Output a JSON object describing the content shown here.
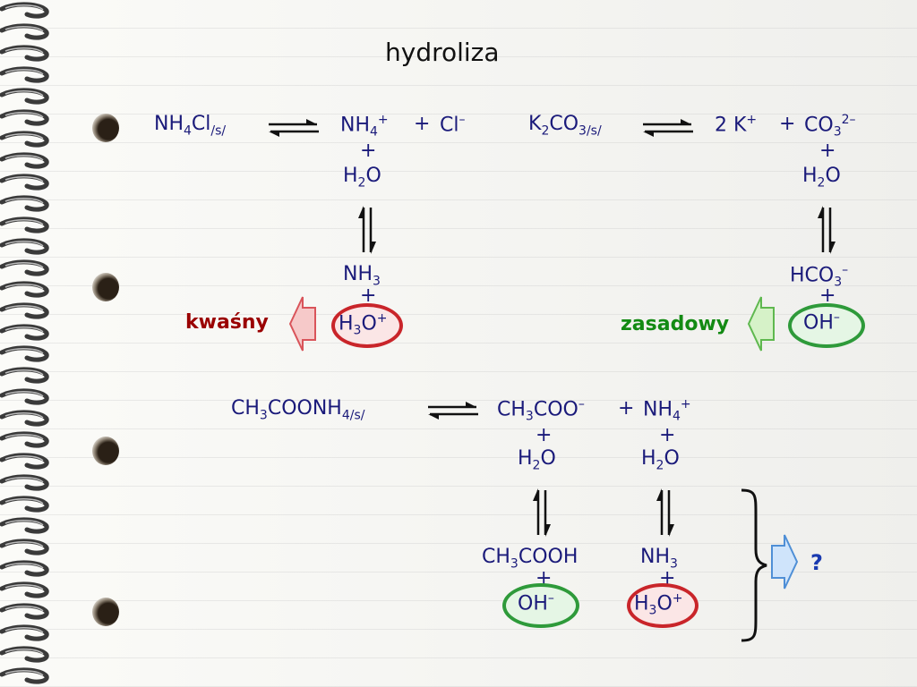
{
  "title": "hydroliza",
  "r1": {
    "reactant": "NH",
    "reactant_sub": "4",
    "reactant_tail": "Cl",
    "reactant_state": "/s/",
    "p1": "NH",
    "p1_sub": "4",
    "p1_sup": "+",
    "plus": "+",
    "p2": "Cl",
    "p2_sup": "–",
    "h2o_h": "H",
    "h2o_sub": "2",
    "h2o_o": "O",
    "prod1": "NH",
    "prod1_sub": "3",
    "prod2_h": "H",
    "prod2_sub": "3",
    "prod2_o": "O",
    "prod2_sup": "+",
    "label": "kwaśny"
  },
  "r2": {
    "reactant_k": "K",
    "reactant_k_sub": "2",
    "reactant_co": "CO",
    "reactant_co_sub": "3",
    "reactant_state": "/s/",
    "p1": "2 K",
    "p1_sup": "+",
    "plus": "+",
    "p2": "CO",
    "p2_sub": "3",
    "p2_sup": "2–",
    "h2o_h": "H",
    "h2o_sub": "2",
    "h2o_o": "O",
    "prod1": "HCO",
    "prod1_sub": "3",
    "prod1_sup": "–",
    "prod2": "OH",
    "prod2_sup": "–",
    "label": "zasadowy"
  },
  "r3": {
    "reactant_ch": "CH",
    "reactant_sub": "3",
    "reactant_mid": "COONH",
    "reactant_sub2": "4",
    "reactant_state": "/s/",
    "p1_ch": "CH",
    "p1_sub": "3",
    "p1_tail": "COO",
    "p1_sup": "–",
    "plus": "+",
    "p2": "NH",
    "p2_sub": "4",
    "p2_sup": "+",
    "h2o_h": "H",
    "h2o_sub": "2",
    "h2o_o": "O",
    "prodA_ch": "CH",
    "prodA_sub": "3",
    "prodA_tail": "COOH",
    "prodA2": "OH",
    "prodA2_sup": "–",
    "prodB": "NH",
    "prodB_sub": "3",
    "prodB2_h": "H",
    "prodB2_sub": "3",
    "prodB2_o": "O",
    "prodB2_sup": "+",
    "question": "?"
  },
  "colors": {
    "text": "#1a1a7a",
    "acid": "#9a0000",
    "base": "#138a13",
    "question": "#1a3ab0"
  }
}
